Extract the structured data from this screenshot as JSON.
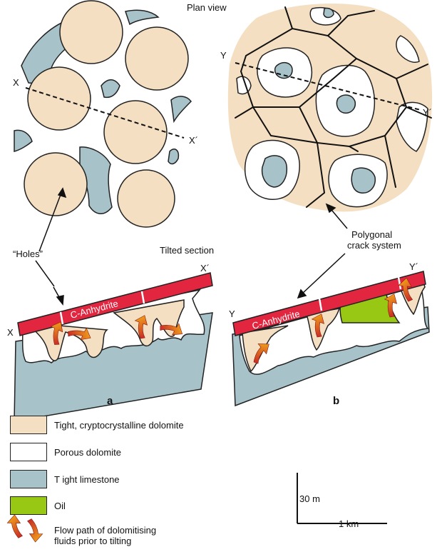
{
  "colors": {
    "tight_dolomite": "#f5dfc2",
    "porous_dolomite": "#ffffff",
    "tight_limestone": "#a7c3c9",
    "oil": "#99c814",
    "anhydrite": "#e3263f",
    "arrow_start": "#c42027",
    "arrow_end": "#f7b219"
  },
  "labels": {
    "plan_view": "Plan view",
    "tilted_section": "Tilted section",
    "holes": "“Holes”",
    "polygonal": "Polygonal",
    "crack_system": "crack system",
    "x": "X",
    "x_prime": "X´",
    "y": "Y",
    "y_prime": "Y´",
    "anhydrite": "C-Anhydrite",
    "panel_a": "a",
    "panel_b": "b"
  },
  "legend": [
    {
      "key": "tight_dolomite",
      "label": "Tight, cryptocrystalline dolomite"
    },
    {
      "key": "porous_dolomite",
      "label": "Porous dolomite"
    },
    {
      "key": "tight_limestone",
      "label": "T ight limestone"
    },
    {
      "key": "oil",
      "label": "Oil"
    }
  ],
  "flow_legend": {
    "line1": "Flow path of dolomitising",
    "line2": "fluids prior to tilting"
  },
  "scale": {
    "vertical": "30 m",
    "horizontal": "1 km"
  }
}
